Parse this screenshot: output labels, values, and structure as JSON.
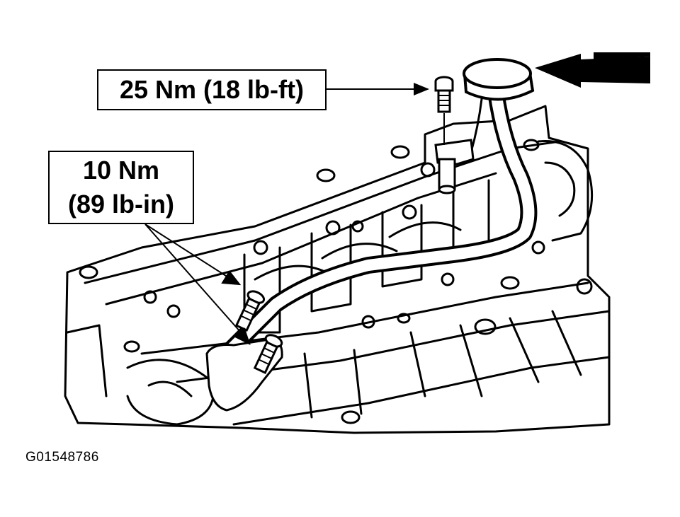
{
  "callouts": {
    "upper_bolt_torque": "25 Nm (18 lb-ft)",
    "lower_bolts_torque_line1": "10 Nm",
    "lower_bolts_torque_line2": "(89 lb-in)"
  },
  "figure_id": "G01548786",
  "colors": {
    "ink": "#000000",
    "paper": "#ffffff"
  }
}
